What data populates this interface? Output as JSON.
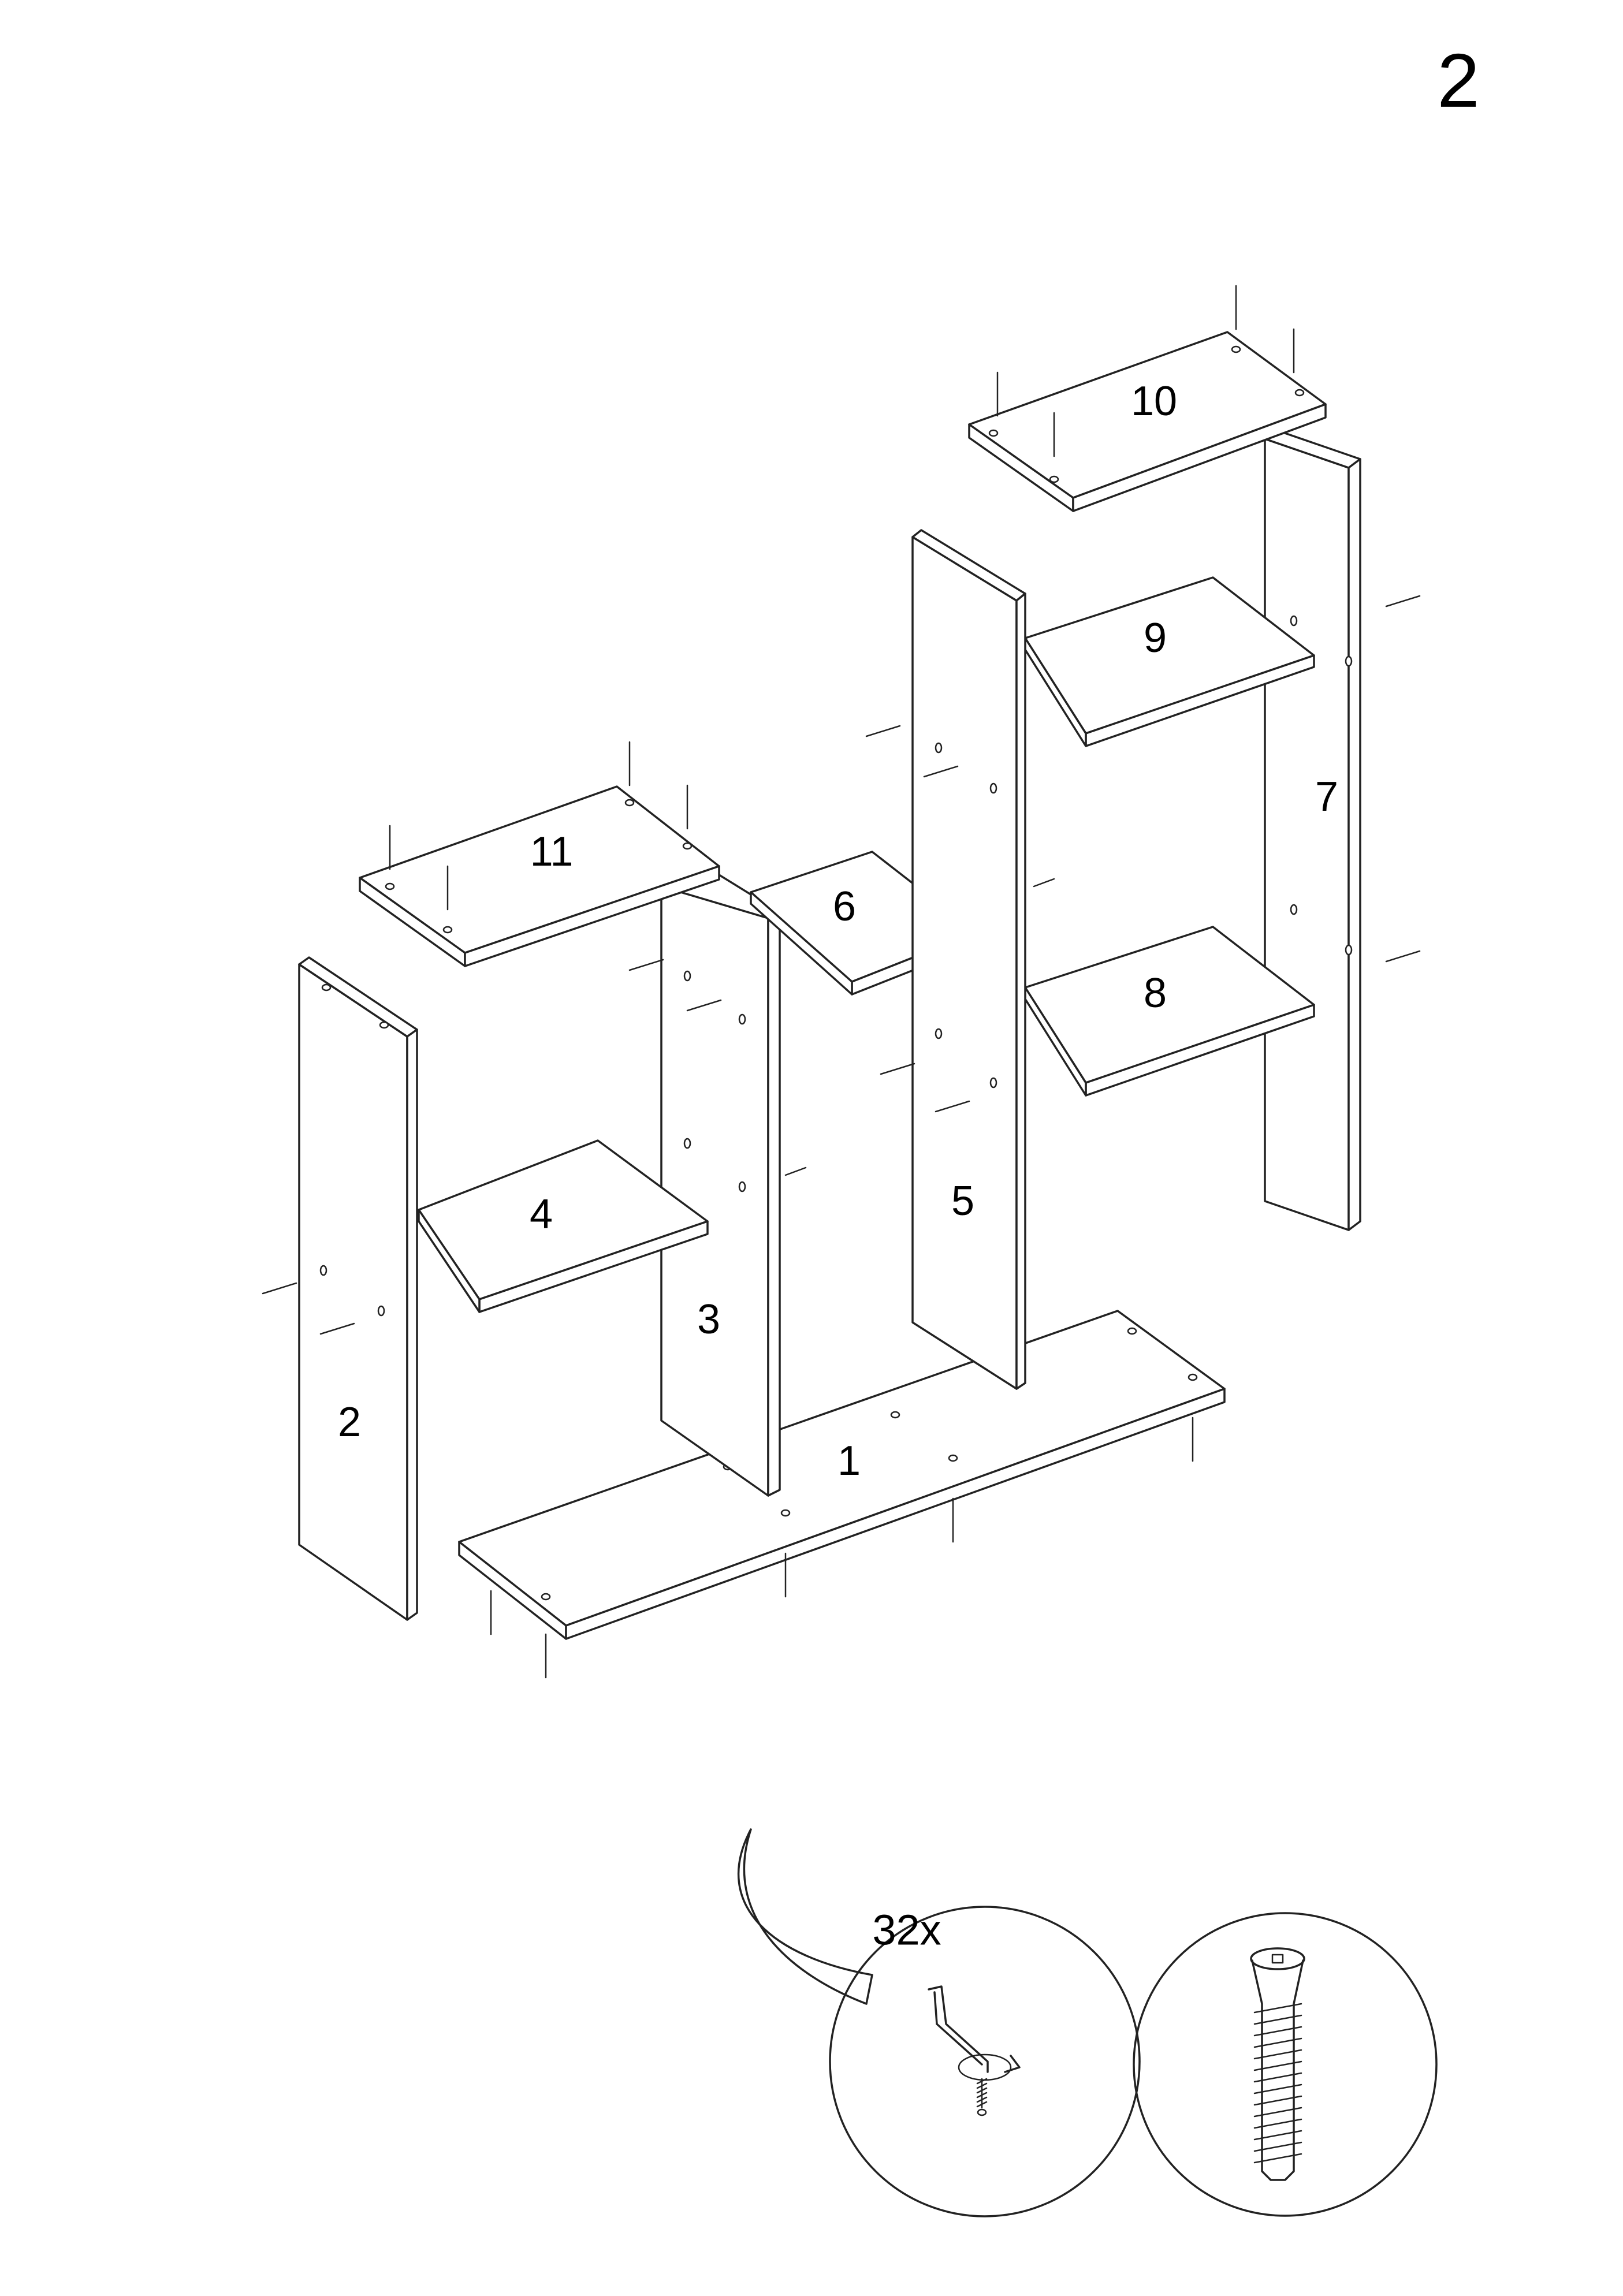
{
  "page_number": "2",
  "parts": [
    {
      "label": "1"
    },
    {
      "label": "2"
    },
    {
      "label": "3"
    },
    {
      "label": "4"
    },
    {
      "label": "5"
    },
    {
      "label": "6"
    },
    {
      "label": "7"
    },
    {
      "label": "8"
    },
    {
      "label": "9"
    },
    {
      "label": "10"
    },
    {
      "label": "11"
    }
  ],
  "fastener": {
    "quantity": "32x",
    "tool_icon": "hex-key-icon",
    "part_icon": "confirmat-screw-icon"
  }
}
